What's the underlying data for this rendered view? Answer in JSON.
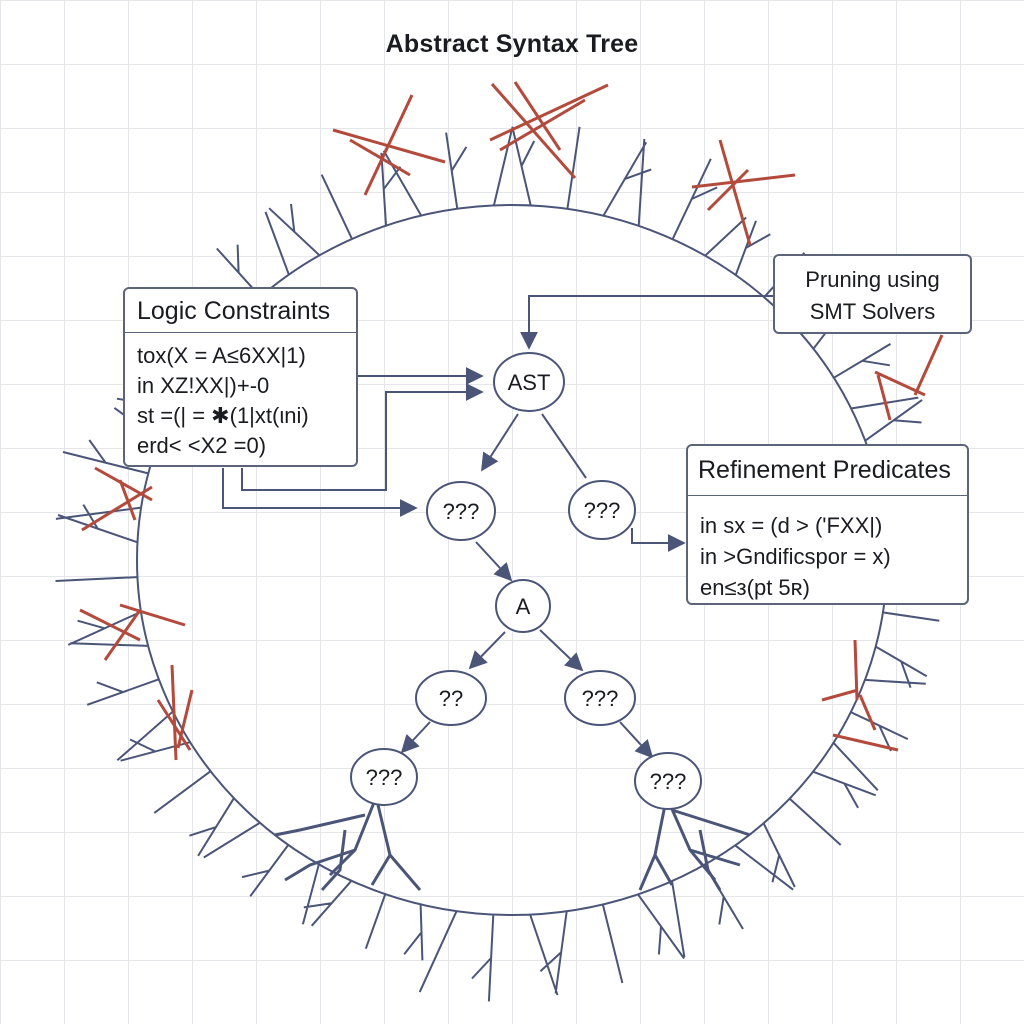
{
  "title": "Abstract Syntax Tree",
  "logic_box": {
    "heading": "Logic Constraints",
    "lines": [
      "tox(X = A≤6XX|1)",
      "in XZ!XX|)+-0",
      "st =(| = ✱(1|xt(ιni)",
      "erd< <X2 =0)"
    ]
  },
  "pruning_box": {
    "lines": [
      "Pruning using",
      "SMT Solvers"
    ]
  },
  "refine_box": {
    "heading": "Refinement Predicates",
    "lines": [
      "in sx = (d > ('FXX|)",
      "in >Gndificspor = x)",
      "en≤з(pt 5ʀ)"
    ]
  },
  "nodes": {
    "root": "AST",
    "left": "???",
    "right": "???",
    "a": "A",
    "a_left": "??",
    "a_right": "???",
    "leaf_left": "???",
    "leaf_right": "???"
  },
  "colors": {
    "tree": "#4a5578",
    "pruned": "#b34a3c",
    "box_border": "#5b6479",
    "grid": "#e4e6ea"
  }
}
